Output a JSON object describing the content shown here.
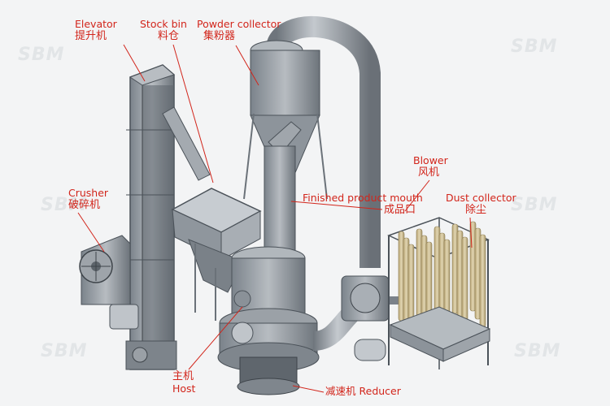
{
  "labels": {
    "elevator": {
      "en": "Elevator",
      "zh": "提升机"
    },
    "stock_bin": {
      "en": "Stock bin",
      "zh": "料仓"
    },
    "powder_collector": {
      "en": "Powder collector",
      "zh": "集粉器"
    },
    "blower": {
      "en": "Blower",
      "zh": "风机"
    },
    "crusher": {
      "en": "Crusher",
      "zh": "破碎机"
    },
    "finished_product_mouth": {
      "en": "Finished product mouth",
      "zh": "成品口"
    },
    "dust_collector": {
      "en": "Dust collector",
      "zh": "除尘"
    },
    "host": {
      "en": "Host",
      "zh": "主机"
    },
    "reducer": {
      "en": "Reducer",
      "zh": "减速机"
    }
  },
  "watermark": "SBM",
  "colors": {
    "label": "#d2251b",
    "machine": "#8e959d",
    "machine_dark": "#4b5259",
    "filter_bag": "#c9b88e"
  }
}
